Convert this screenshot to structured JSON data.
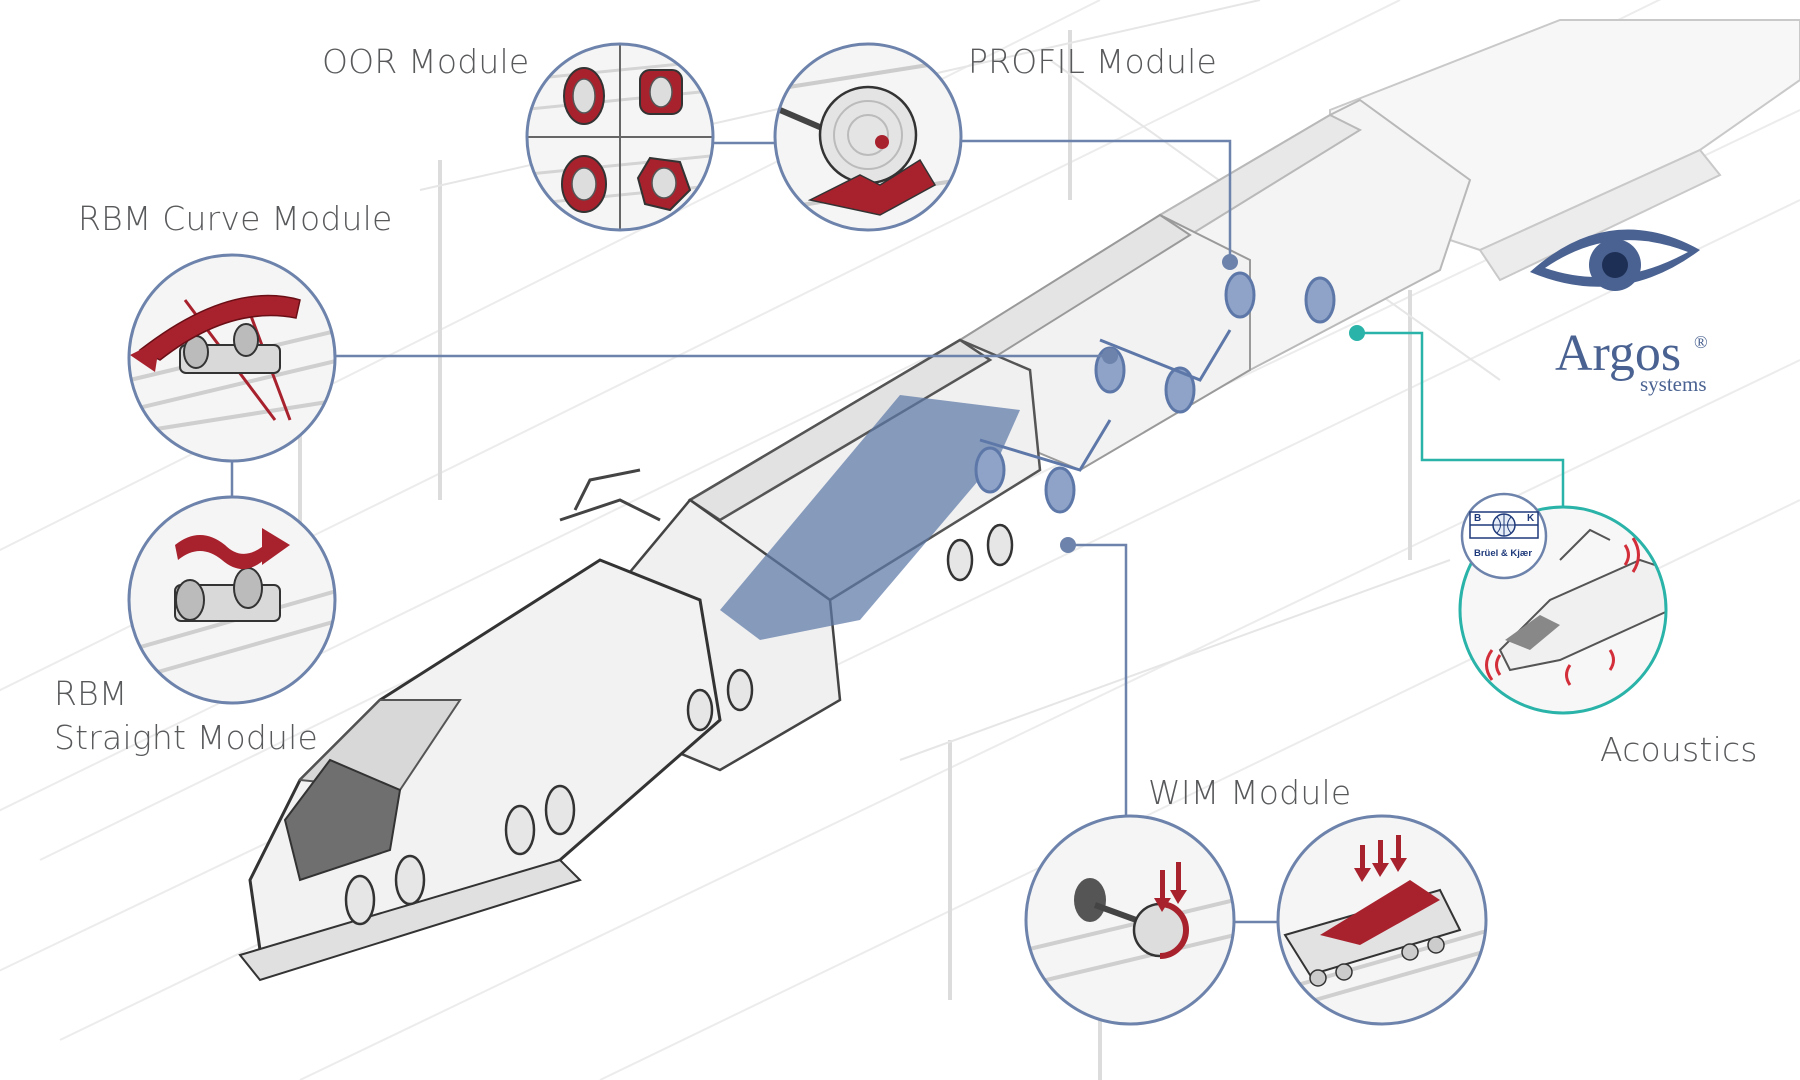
{
  "labels": {
    "oor": "OOR Module",
    "profil": "PROFIL Module",
    "rbm_curve": "RBM Curve Module",
    "rbm_straight_line1": "RBM",
    "rbm_straight_line2": "Straight Module",
    "wim": "WIM Module",
    "acoustics": "Acoustics"
  },
  "brand": {
    "name": "Argos",
    "sub": "systems",
    "reg": "®"
  },
  "partner": {
    "name": "Brüel & Kjær",
    "letters": [
      "B",
      "K"
    ]
  },
  "colors": {
    "connector_blue": "#6d83ab",
    "connector_teal": "#2ab3a8",
    "accent_red": "#a8222e",
    "highlight_blue": "#5d78a8",
    "brand_blue": "#4a6291",
    "text_gray": "#58595b"
  }
}
